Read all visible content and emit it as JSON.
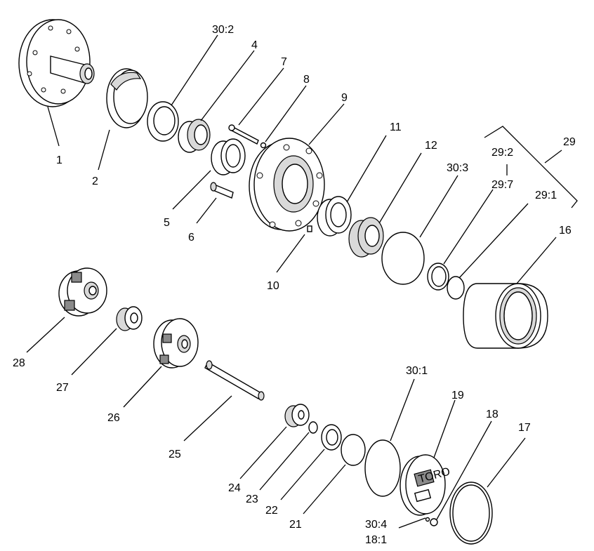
{
  "callouts": [
    {
      "id": "c1",
      "label": "1"
    },
    {
      "id": "c2",
      "label": "2"
    },
    {
      "id": "c30_2",
      "label": "30:2"
    },
    {
      "id": "c4",
      "label": "4"
    },
    {
      "id": "c7",
      "label": "7"
    },
    {
      "id": "c8",
      "label": "8"
    },
    {
      "id": "c9",
      "label": "9"
    },
    {
      "id": "c11",
      "label": "11"
    },
    {
      "id": "c12",
      "label": "12"
    },
    {
      "id": "c29",
      "label": "29"
    },
    {
      "id": "c29_2",
      "label": "29:2"
    },
    {
      "id": "c29_7",
      "label": "29:7"
    },
    {
      "id": "c29_1",
      "label": "29:1"
    },
    {
      "id": "c30_3",
      "label": "30:3"
    },
    {
      "id": "c5",
      "label": "5"
    },
    {
      "id": "c6",
      "label": "6"
    },
    {
      "id": "c10",
      "label": "10"
    },
    {
      "id": "c16",
      "label": "16"
    },
    {
      "id": "c28",
      "label": "28"
    },
    {
      "id": "c27",
      "label": "27"
    },
    {
      "id": "c26",
      "label": "26"
    },
    {
      "id": "c25",
      "label": "25"
    },
    {
      "id": "c24",
      "label": "24"
    },
    {
      "id": "c23",
      "label": "23"
    },
    {
      "id": "c22",
      "label": "22"
    },
    {
      "id": "c21",
      "label": "21"
    },
    {
      "id": "c30_1",
      "label": "30:1"
    },
    {
      "id": "c19",
      "label": "19"
    },
    {
      "id": "c18",
      "label": "18"
    },
    {
      "id": "c17",
      "label": "17"
    },
    {
      "id": "c30_4",
      "label": "30:4"
    },
    {
      "id": "c18_1",
      "label": "18:1"
    }
  ],
  "cover_logo_text": "TORO"
}
